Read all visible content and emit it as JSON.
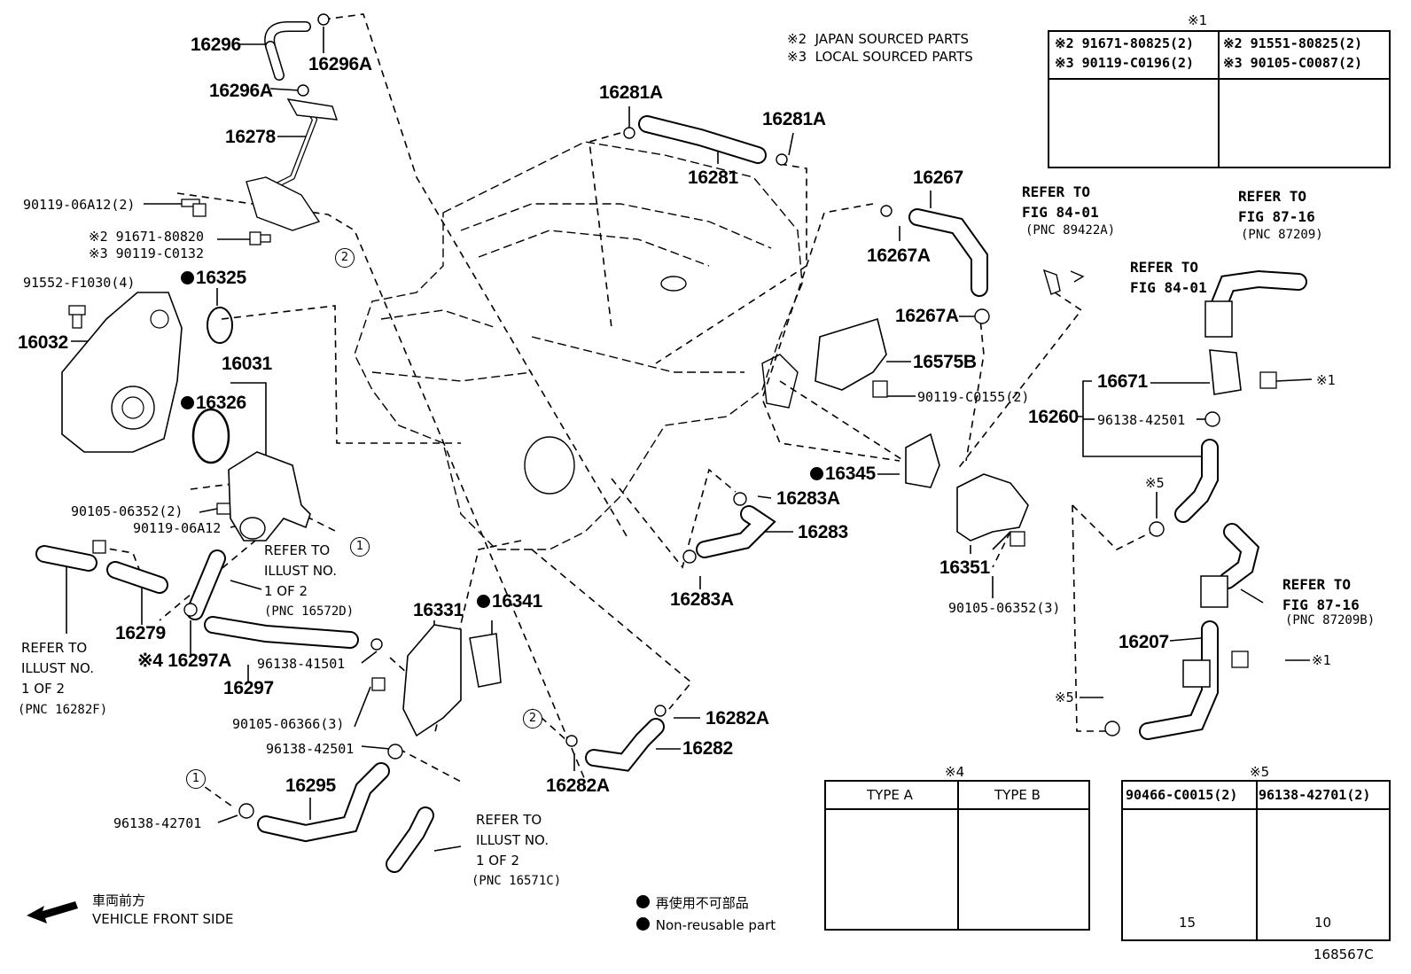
{
  "legend": {
    "japan_sourced": "※2  JAPAN SOURCED PARTS",
    "local_sourced": "※3  LOCAL SOURCED PARTS",
    "non_reusable_jp": "再使用不可部品",
    "non_reusable_en": "Non-reusable part",
    "vehicle_front_jp": "車両前方",
    "vehicle_front_en": "VEHICLE FRONT SIDE",
    "figure_id": "168567C"
  },
  "table1": {
    "title": "※1",
    "cells": [
      "※2 91671-80825(2)",
      "※3 90119-C0196(2)",
      "※2 91551-80825(2)",
      "※3 90105-C0087(2)"
    ]
  },
  "table4": {
    "title": "※4",
    "type_a": "TYPE A",
    "type_b": "TYPE B"
  },
  "table5": {
    "title": "※5",
    "left": "90466-C0015(2)",
    "right": "96138-42701(2)",
    "dim_left": "15",
    "dim_right": "10"
  },
  "parts": {
    "p16296": "16296",
    "p16296A_1": "16296A",
    "p16296A_2": "16296A",
    "p16278": "16278",
    "b9011906A12": "90119-06A12(2)",
    "b91671_80820": "※2 91671-80820",
    "b90119_C0132": "※3 90119-C0132",
    "b91552": "91552-F1030(4)",
    "p16325": "16325",
    "p16032": "16032",
    "p16031": "16031",
    "p16326": "16326",
    "b90105_06352_2": "90105-06352(2)",
    "b90119_06A12_b": "90119-06A12",
    "p16279": "16279",
    "p16297A": "※4 16297A",
    "p16297": "16297",
    "c96138_41501": "96138-41501",
    "b90105_06366": "90105-06366(3)",
    "c96138_42501_a": "96138-42501",
    "p16295": "16295",
    "c96138_42701": "96138-42701",
    "p16331": "16331",
    "p16341": "16341",
    "p16281A_1": "16281A",
    "p16281A_2": "16281A",
    "p16281": "16281",
    "p16267": "16267",
    "p16267A_1": "16267A",
    "p16267A_2": "16267A",
    "p16575B": "16575B",
    "b90119_C0155": "90119-C0155(2)",
    "p16345": "16345",
    "p16283A_1": "16283A",
    "p16283": "16283",
    "p16283A_2": "16283A",
    "p16351": "16351",
    "b90105_06352_3": "90105-06352(3)",
    "p16282A_1": "16282A",
    "p16282": "16282",
    "p16282A_2": "16282A",
    "p16671": "16671",
    "p16260": "16260",
    "c96138_42501_b": "96138-42501",
    "p16207": "16207",
    "mark1_a": "※1",
    "mark1_b": "※1",
    "mark5_a": "※5",
    "mark5_b": "※5"
  },
  "refs": {
    "ref_8401_a": "REFER TO\nFIG 84-01",
    "pnc_89422A": "(PNC 89422A)",
    "ref_8401_b": "REFER TO\nFIG 84-01",
    "ref_8716_a": "REFER TO\nFIG 87-16",
    "pnc_87209": "(PNC 87209)",
    "ref_8716_b": "REFER TO\nFIG 87-16",
    "pnc_87209B": "(PNC 87209B)",
    "ref_ill_a": "REFER TO\nILLUST NO.\n1 OF 2",
    "pnc_16572D": "(PNC 16572D)",
    "ref_ill_b": "REFER TO\nILLUST NO.\n1 OF 2",
    "pnc_16282F": "(PNC 16282F)",
    "ref_ill_c": "REFER TO\nILLUST NO.\n1 OF 2",
    "pnc_16571C": "(PNC 16571C)"
  },
  "circles": {
    "c1": "1",
    "c2": "2"
  }
}
